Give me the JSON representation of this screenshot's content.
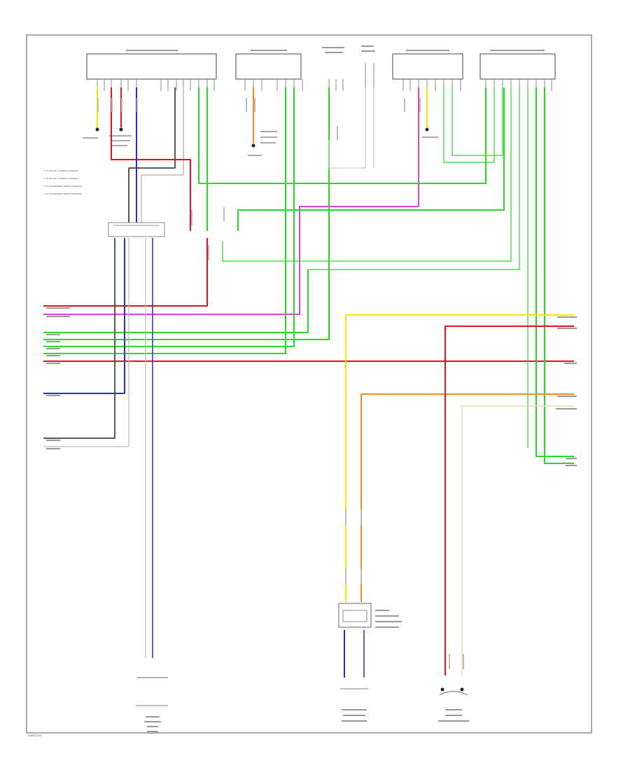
{
  "diagram": {
    "notes": [
      "1. TO (BLOCK 1) WIRING DIAGRAM",
      "2. TO (BLOCK 2) WIRING DIAGRAM",
      "3. TO INSTRUMENT WIRING DIAGRAM",
      "4. TO INSTRUMENT WIRING DIAGRAM"
    ],
    "footer_code": "W0001234"
  },
  "colors": {
    "red": "#e8101a",
    "pink": "#e040e0",
    "green": "#22dd22",
    "blue": "#2a2ad8",
    "yellow": "#ffe400",
    "orange": "#ff8c1a",
    "black": "#222222",
    "gray": "#a0a0a0"
  }
}
